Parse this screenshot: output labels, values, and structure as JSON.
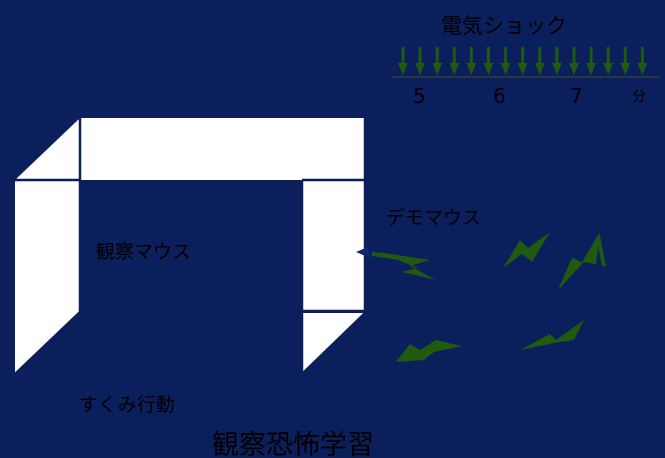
{
  "colors": {
    "background": "#0a1f5c",
    "box": "#ffffff",
    "arrow": "#1f5a0e",
    "text": "#000000"
  },
  "shock": {
    "title": "電気ショック",
    "tick_5": "5",
    "tick_6": "6",
    "tick_7": "7",
    "unit": "分"
  },
  "labels": {
    "demo_mouse": "デモマウス",
    "observer_mouse": "観察マウス",
    "freezing": "すくみ行動"
  },
  "title": "観察恐怖学習"
}
